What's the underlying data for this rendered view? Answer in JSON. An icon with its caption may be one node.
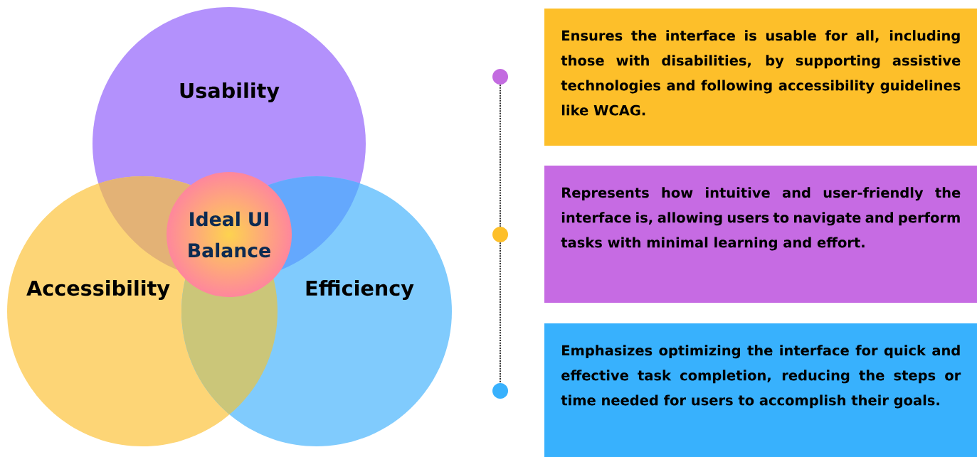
{
  "diagram": {
    "nodes": [
      {
        "text": [
          "Usability"
        ]
      },
      {
        "text": [
          "Accessibility"
        ]
      },
      {
        "text": [
          "Efficiency"
        ]
      },
      {
        "text": [
          "Ideal UI Balance"
        ]
      },
      {
        "text": [],
        "shape": "circle"
      },
      {
        "text": [],
        "shape": "circle"
      },
      {
        "text": [],
        "shape": "circle"
      },
      {
        "text": [
          "Ensures the interface is usable for all, including those with disabilities, by supporting assistive technologies and following accessibility guidelines like WCAG."
        ]
      },
      {
        "text": [
          "Represents how intuitive and user-friendly the interface is, allowing users to navigate and perform tasks with minimal learning and effort."
        ]
      },
      {
        "text": [
          "Emphasizes optimizing the interface for quick and effective task completion, reducing the steps or time needed for users to accomplish their goals."
        ]
      }
    ],
    "edges": [
      {
        "from": 4,
        "to": 5,
        "arrow": "none",
        "style": "dashed"
      },
      {
        "from": 5,
        "to": 6,
        "arrow": "none",
        "style": "dashed"
      }
    ]
  }
}
